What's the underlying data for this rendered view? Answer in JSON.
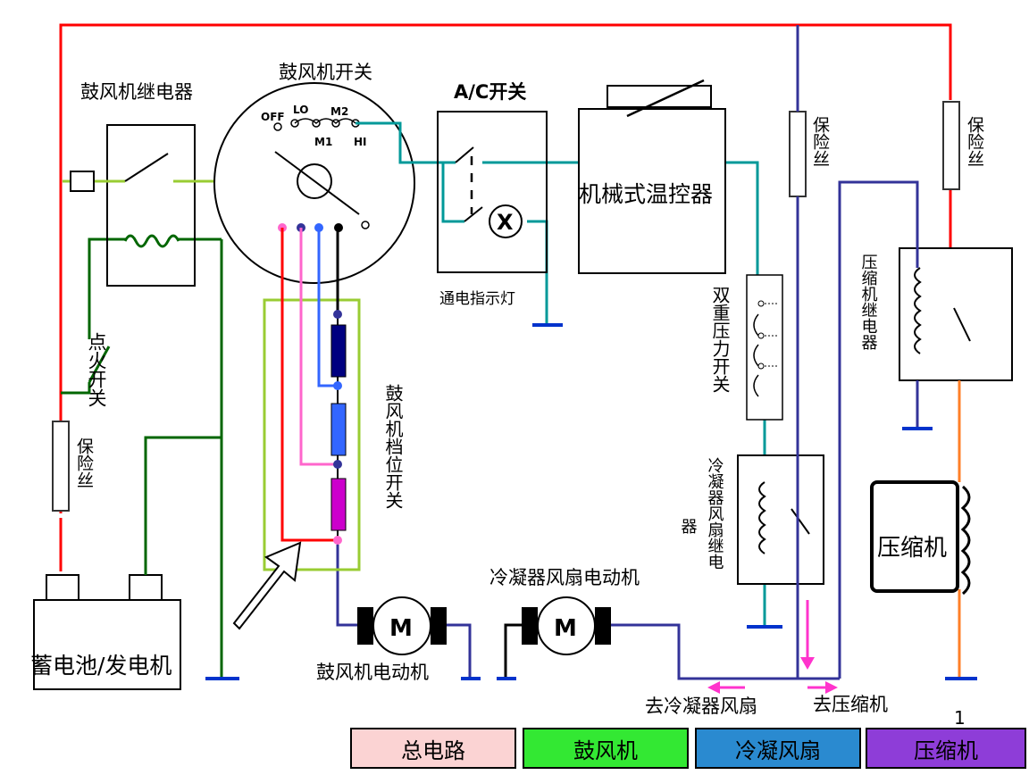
{
  "labels": {
    "blower_relay": "鼓风机继电器",
    "blower_switch": "鼓风机开关",
    "sw_off": "OFF",
    "sw_lo": "LO",
    "sw_m2": "M2",
    "sw_m1": "M1",
    "sw_hi": "HI",
    "ac_switch": "A/C开关",
    "thermostat": "机械式温控器",
    "fuse": "保险丝",
    "indicator_lamp": "通电指示灯",
    "ignition_switch": "点火开关",
    "blower_speed_switch": "鼓风机档位开关",
    "dual_pressure_switch": "双重压力开关",
    "compressor_relay": "压缩机继电器",
    "condenser_fan_relay_1": "冷凝器风扇继电",
    "condenser_fan_relay_2": "器",
    "compressor": "压缩机",
    "battery": "蓄电池/发电机",
    "condenser_fan_motor": "冷凝器风扇电动机",
    "blower_motor": "鼓风机电动机",
    "motor_symbol": "M",
    "lamp_symbol": "X",
    "to_condenser_fan": "去冷凝器风扇",
    "to_compressor": "去压缩机"
  },
  "page_number": "1",
  "tabs": [
    {
      "label": "总电路",
      "color": "#FBD3D3"
    },
    {
      "label": "鼓风机",
      "color": "#33E833"
    },
    {
      "label": "冷凝风扇",
      "color": "#2A8AD0"
    },
    {
      "label": "压缩机",
      "color": "#8E3DD8"
    }
  ],
  "colors": {
    "main": "#FF0000",
    "blower_feed": "#99CC33",
    "ground": "#0033CC",
    "green_circuit": "#006600",
    "teal": "#009999",
    "navy": "#333399",
    "pink": "#FF66CC",
    "magenta": "#CC00CC",
    "blue": "#3366FF",
    "dark_blue": "#000080",
    "orange": "#FF7F27"
  }
}
